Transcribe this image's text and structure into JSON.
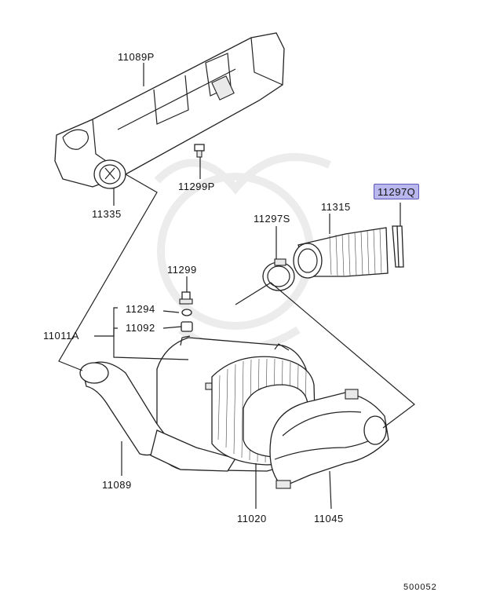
{
  "callouts": {
    "p11089P": "11089P",
    "p11299P": "11299P",
    "p11335": "11335",
    "p11297Q": "11297Q",
    "p11297S": "11297S",
    "p11315": "11315",
    "p11299": "11299",
    "p11294": "11294",
    "p11092": "11092",
    "p11011A": "11011A",
    "p11089": "11089",
    "p11020": "11020",
    "p11045": "11045"
  },
  "diagram_ref": "500052",
  "highlight_color": "#b9b7ee"
}
